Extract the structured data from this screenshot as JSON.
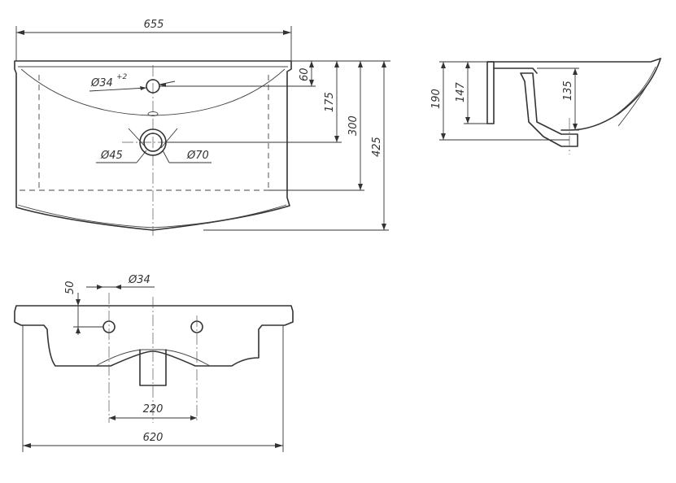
{
  "top_view": {
    "overall_width": "655",
    "tap_hole": "Ø34",
    "tap_hole_tol": "+2",
    "drain_inner": "Ø45",
    "drain_outer": "Ø70",
    "dim_60": "60",
    "dim_175": "175",
    "dim_300": "300",
    "dim_425": "425"
  },
  "side_view": {
    "dim_190": "190",
    "dim_147": "147",
    "dim_135": "135"
  },
  "front_view": {
    "dim_50": "50",
    "hole": "Ø34",
    "dim_220": "220",
    "dim_620": "620"
  }
}
